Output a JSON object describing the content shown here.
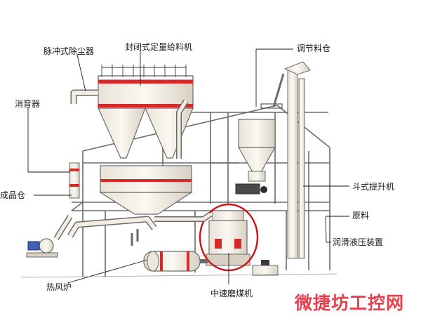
{
  "labels": {
    "dust_collector": "脉冲式除尘器",
    "sealed_feeder": "封闭式定量给料机",
    "adjust_bin": "调节料仓",
    "silencer": "消音器",
    "product_bin": "成品仓",
    "bucket_elevator": "斗式提升机",
    "raw_material": "原料",
    "lube_hydraulic": "润滑液压装置",
    "hot_air_furnace": "热风炉",
    "coal_mill": "中速磨煤机"
  },
  "watermark": "微捷坊工控网",
  "colors": {
    "steel": "#6b6b6b",
    "fill": "#f3ede3",
    "accent": "#d42a2a",
    "highlight_circle": "#cc1111",
    "dark": "#3a3a3a",
    "blue_motor": "#3d5fb5"
  }
}
